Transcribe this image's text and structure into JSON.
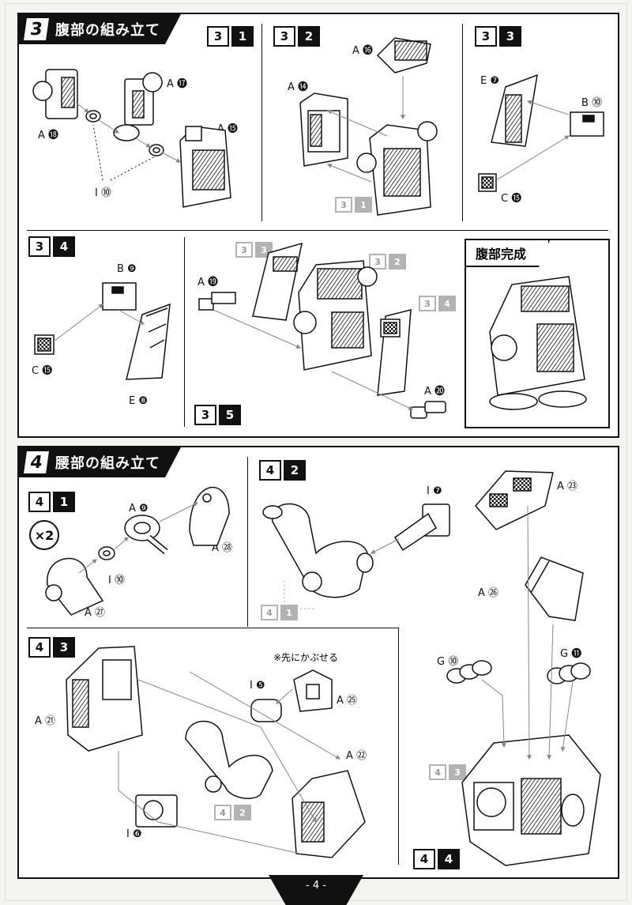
{
  "section3": {
    "num": "3",
    "title": "腹部の組み立て",
    "step1": {
      "a": "3",
      "b": "1"
    },
    "step2": {
      "a": "3",
      "b": "2"
    },
    "step3": {
      "a": "3",
      "b": "3"
    },
    "step4": {
      "a": "3",
      "b": "4"
    },
    "step5": {
      "a": "3",
      "b": "5"
    },
    "complete": "腹部完成",
    "labels": {
      "a18": "A ⓲",
      "a17": "A ⓱",
      "a15": "A ⓯",
      "i10": "I ⓾",
      "a16": "A ⓰",
      "a14": "A ⓮",
      "e7": "E ❼",
      "b10": "B ⓾",
      "c15a": "C ⓯",
      "b9": "B ❾",
      "c15b": "C ⓯",
      "e8": "E ❽",
      "a19": "A ⓳",
      "a20": "A ⓴"
    }
  },
  "section4": {
    "num": "4",
    "title": "腰部の組み立て",
    "step1": {
      "a": "4",
      "b": "1"
    },
    "step2": {
      "a": "4",
      "b": "2"
    },
    "step3": {
      "a": "4",
      "b": "3"
    },
    "step4": {
      "a": "4",
      "b": "4"
    },
    "multiplier": "×2",
    "note": "※先にかぶせる",
    "labels": {
      "a9": "A ❾",
      "a28": "A ㉘",
      "i10": "I ⓾",
      "a27": "A ㉗",
      "i7": "I ❼",
      "a23": "A ㉓",
      "a26": "A ㉖",
      "g10": "G ⓾",
      "g11": "G ⓫",
      "i5": "I ❺",
      "a25": "A ㉕",
      "a21": "A ㉑",
      "a22": "A ㉒",
      "i6": "I ❻"
    }
  },
  "footer": {
    "page": "- 4 -"
  }
}
